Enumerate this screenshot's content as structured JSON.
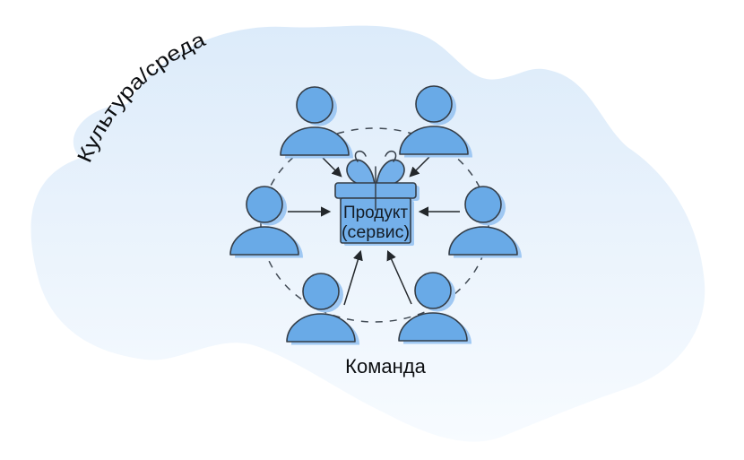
{
  "labels": {
    "culture": "Культура/среда",
    "team": "Команда"
  },
  "product_box": {
    "line1": "Продукт",
    "line2": "(сервис)"
  },
  "diagram": {
    "type": "team-circle-diagram",
    "description": "Six people arranged on a dashed circle, each with an arrow pointing to a central gift box labeled Product (service), inside a light-blue cloud shape",
    "people_count": 6,
    "people_positions": [
      "top-left",
      "top-right",
      "left",
      "right",
      "bottom-left",
      "bottom-right"
    ],
    "arrows_to_center": 6
  },
  "colors": {
    "person_fill": "#69aae7",
    "person_shadow": "#9fc8f3",
    "box_fill": "#74b0ea",
    "outline": "#343d47",
    "cloud_top": "#dcebfa",
    "cloud_mid": "#eaf3fc",
    "cloud_bottom": "#f7fbff",
    "arrow": "#23272b",
    "text": "#0c0e11"
  }
}
